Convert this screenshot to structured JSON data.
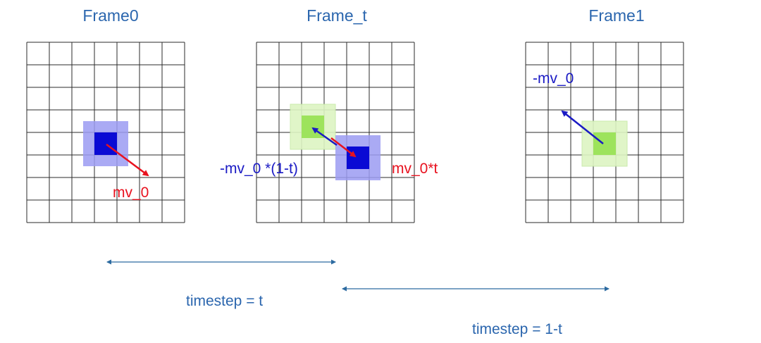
{
  "frames": {
    "frame0_title": "Frame0",
    "frame_t_title": "Frame_t",
    "frame1_title": "Frame1"
  },
  "motion_labels": {
    "mv_0": "mv_0",
    "neg_mv_0_scaled": "-mv_0 *(1-t)",
    "mv_0_scaled": "mv_0*t",
    "neg_mv_0": "-mv_0"
  },
  "timesteps": {
    "t_label": "timestep = t",
    "one_minus_t_label": "timestep = 1-t"
  },
  "colors": {
    "title_blue": "#2b66ae",
    "grid": "#2b2b2b",
    "block_blue_outer": "#9b9bf2",
    "block_blue_inner": "#0a0ad4",
    "block_green_outer": "#ddf5c3",
    "block_green_inner": "#9de35c",
    "arrow_red": "#e8121f",
    "arrow_blue": "#1a1ac4",
    "label_red": "#e8121f",
    "label_blue": "#1a1ac4",
    "timestep_line": "#2c6aa0",
    "timestep_text": "#2b66ae"
  }
}
